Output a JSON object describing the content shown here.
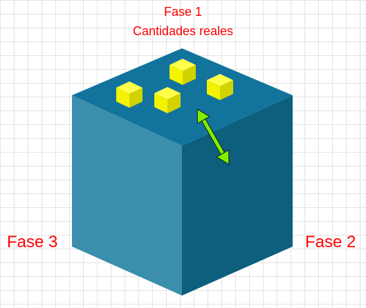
{
  "labels": {
    "top_title": "Fase 1",
    "top_subtitle": "Cantidades reales",
    "left": "Fase 3",
    "right": "Fase 2"
  },
  "colors": {
    "cube_top": "#12749d",
    "cube_left": "#3c8ead",
    "cube_right": "#0d5f7d",
    "small_cube_top": "#ffff4a",
    "small_cube_left": "#f3f300",
    "small_cube_right": "#d2d200",
    "arrow": "#7ff000",
    "text": "#ff0000"
  }
}
